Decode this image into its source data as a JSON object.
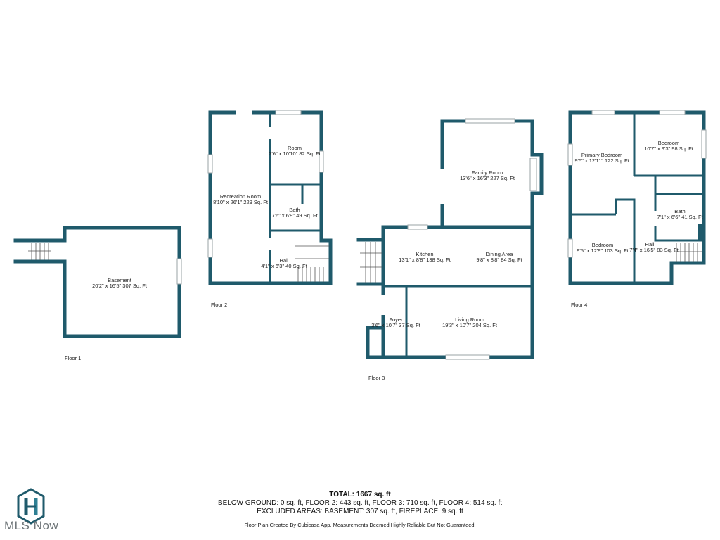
{
  "floors": [
    {
      "label": "Floor 1"
    },
    {
      "label": "Floor 2"
    },
    {
      "label": "Floor 3"
    },
    {
      "label": "Floor 4"
    }
  ],
  "rooms": {
    "basement": {
      "name": "Basement",
      "dims": "20'2\" x 16'5\" 307 Sq. Ft"
    },
    "room_f2": {
      "name": "Room",
      "dims": "7'6\" x 10'10\" 82 Sq. Ft"
    },
    "recreation": {
      "name": "Recreation Room",
      "dims": "8'10\" x 26'1\" 229 Sq. Ft"
    },
    "bath_f2": {
      "name": "Bath",
      "dims": "7'6\" x 6'9\" 49 Sq. Ft"
    },
    "hall_f2": {
      "name": "Hall",
      "dims": "4'1\" x 6'3\" 40 Sq. Ft"
    },
    "family": {
      "name": "Family Room",
      "dims": "13'6\" x 16'3\" 227 Sq. Ft"
    },
    "kitchen": {
      "name": "Kitchen",
      "dims": "13'1\" x 8'8\" 138 Sq. Ft"
    },
    "dining": {
      "name": "Dining Area",
      "dims": "9'8\" x 8'8\" 84 Sq. Ft"
    },
    "foyer": {
      "name": "Foyer",
      "dims": "3'6\" x 10'7\" 37 Sq. Ft"
    },
    "living": {
      "name": "Living Room",
      "dims": "19'3\" x 10'7\" 204 Sq. Ft"
    },
    "primary_bed": {
      "name": "Primary Bedroom",
      "dims": "9'5\" x 12'11\" 122 Sq. Ft"
    },
    "bedroom_a": {
      "name": "Bedroom",
      "dims": "10'7\" x 9'3\" 98 Sq. Ft"
    },
    "bath_f4": {
      "name": "Bath",
      "dims": "7'1\" x 6'6\" 41 Sq. Ft"
    },
    "bedroom_b": {
      "name": "Bedroom",
      "dims": "9'5\" x 12'9\" 103 Sq. Ft"
    },
    "hall_f4": {
      "name": "Hall",
      "dims": "7'4\" x 16'5\" 83 Sq. Ft"
    }
  },
  "footer": {
    "total": "TOTAL: 1667 sq. ft",
    "line1": "BELOW GROUND: 0 sq. ft, FLOOR 2: 443 sq. ft, FLOOR 3: 710 sq. ft, FLOOR 4: 514 sq. ft",
    "line2": "EXCLUDED AREAS: BASEMENT: 307 sq. ft, FIREPLACE: 9 sq. ft",
    "credit": "Floor Plan Created By Cubicasa App. Measurements Deemed Highly Reliable But Not Guaranteed."
  },
  "logo": {
    "text": "MLS Now",
    "color": "#6f7679"
  },
  "colors": {
    "wall": "#1f5a6b"
  }
}
